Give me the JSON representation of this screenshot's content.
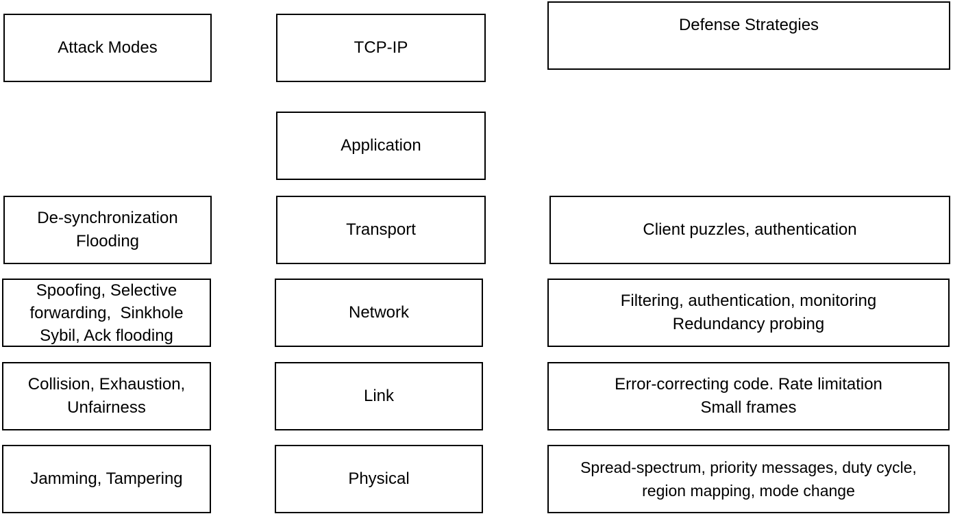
{
  "headers": {
    "attack": "Attack Modes",
    "tcpip": "TCP-IP",
    "defense": "Defense Strategies"
  },
  "layers": [
    {
      "name": "Application",
      "attack": [],
      "defense": []
    },
    {
      "name": "Transport",
      "attack": [
        "De-synchronization",
        "Flooding"
      ],
      "defense": [
        "Client puzzles, authentication"
      ]
    },
    {
      "name": "Network",
      "attack": [
        "Spoofing, Selective",
        "forwarding,  Sinkhole",
        "Sybil, Ack flooding"
      ],
      "defense": [
        "Filtering, authentication, monitoring",
        "Redundancy probing"
      ]
    },
    {
      "name": "Link",
      "attack": [
        "Collision, Exhaustion,",
        "Unfairness"
      ],
      "defense": [
        "Error-correcting code. Rate limitation",
        "Small frames"
      ]
    },
    {
      "name": "Physical",
      "attack": [
        "Jamming, Tampering"
      ],
      "defense": [
        "Spread-spectrum, priority messages, duty cycle,",
        "region mapping, mode change"
      ]
    }
  ]
}
